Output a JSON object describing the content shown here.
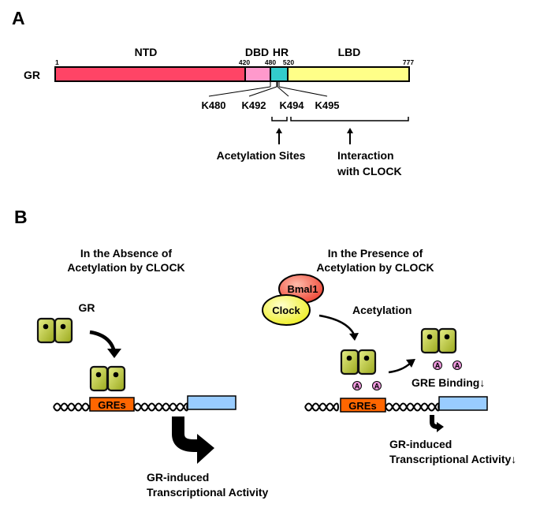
{
  "panel_a": {
    "label": "A",
    "protein": "GR",
    "domains": [
      {
        "name": "NTD",
        "start": 1,
        "end": 420,
        "color": "#ff4466"
      },
      {
        "name": "DBD",
        "start": 420,
        "end": 480,
        "color": "#ff99cc"
      },
      {
        "name": "HR",
        "start": 480,
        "end": 520,
        "color": "#33cccc"
      },
      {
        "name": "LBD",
        "start": 520,
        "end": 777,
        "color": "#ffff88"
      }
    ],
    "positions": [
      "1",
      "420",
      "480",
      "520",
      "777"
    ],
    "sites": [
      "K480",
      "K492",
      "K494",
      "K495"
    ],
    "acetylation_label": "Acetylation Sites",
    "interaction_label_1": "Interaction",
    "interaction_label_2": "with CLOCK"
  },
  "panel_b": {
    "label": "B",
    "left": {
      "title_1": "In the Absence of",
      "title_2": "Acetylation by CLOCK",
      "gr_label": "GR",
      "gre_label": "GREs",
      "output_1": "GR-induced",
      "output_2": "Transcriptional Activity"
    },
    "right": {
      "title_1": "In the Presence of",
      "title_2": "Acetylation by CLOCK",
      "bmal1_label": "Bmal1",
      "clock_label": "Clock",
      "acetylation_label": "Acetylation",
      "acetyl_mark": "A",
      "gre_label": "GREs",
      "binding_label": "GRE Binding↓",
      "output_1": "GR-induced",
      "output_2": "Transcriptional Activity↓"
    }
  },
  "colors": {
    "gr_fill": "#b8c42e",
    "gre_fill": "#ff6600",
    "gene_fill": "#99ccff",
    "bmal1_fill": "#ff6655",
    "clock_fill": "#ffff55",
    "acetyl_fill": "#ee99dd"
  }
}
